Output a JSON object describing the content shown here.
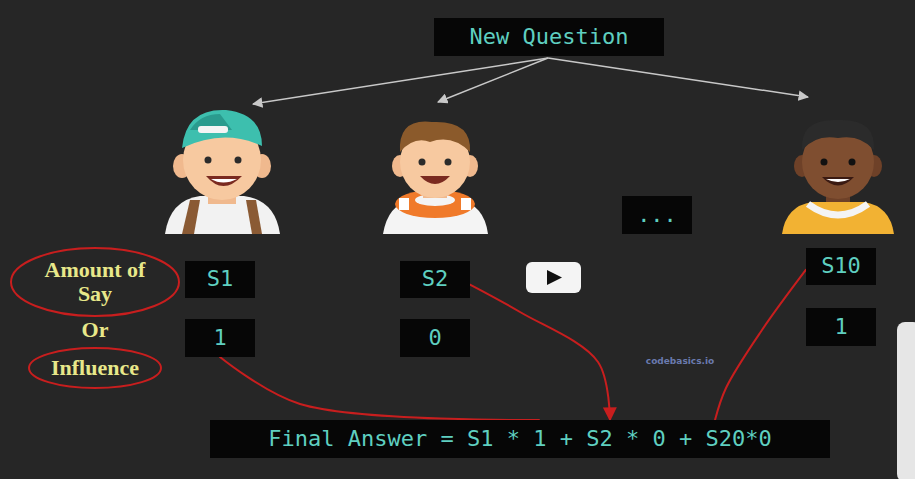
{
  "diagram": {
    "nodes": [
      {
        "text": [
          "New Question"
        ]
      },
      {
        "text": [
          "S1"
        ]
      },
      {
        "text": [
          "1"
        ]
      },
      {
        "text": [
          "S2"
        ]
      },
      {
        "text": [
          "0"
        ]
      },
      {
        "text": [
          "..."
        ]
      },
      {
        "text": [
          "S10"
        ]
      },
      {
        "text": [
          "1"
        ]
      },
      {
        "text": [
          "Final Answer = S1 * 1 + S2 * 0 + S20*0"
        ]
      }
    ],
    "edges": [
      {
        "from": 2,
        "to": 8,
        "arrow": "none"
      },
      {
        "from": 3,
        "to": 8,
        "arrow": "to"
      },
      {
        "from": 6,
        "to": 8,
        "arrow": "none"
      }
    ],
    "labels": [
      "Amount of Say",
      "Or",
      "Influence",
      "codebasics.io"
    ]
  }
}
